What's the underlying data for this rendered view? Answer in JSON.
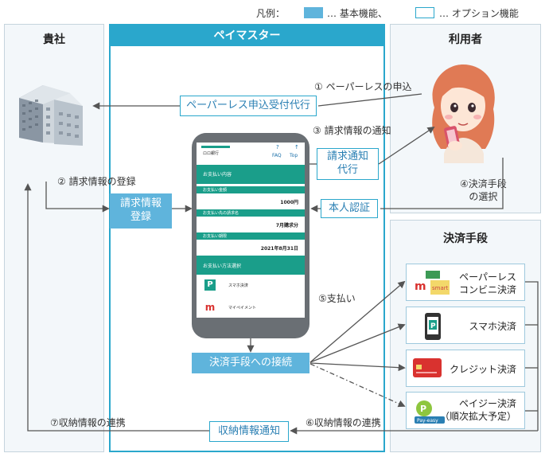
{
  "legend": {
    "title": "凡例：",
    "basic_label": "… 基本機能、",
    "option_label": "… オプション機能",
    "basic_color": "#5fb4dc",
    "option_color": "#2aa7cc"
  },
  "panels": {
    "company": "貴社",
    "center": "ペイマスター",
    "user": "利用者",
    "payment": "決済手段"
  },
  "boxes": {
    "paperless_agent": "ペーパーレス申込受付代行",
    "billing_notice_agent": "請求通知\n代行",
    "billing_register": "請求情報\n登録",
    "auth": "本人認証",
    "connect_payment": "決済手段への接続",
    "receipt_notice": "収納情報通知"
  },
  "labels": {
    "step1": "① ペーパーレスの申込",
    "step2": "② 請求情報の登録",
    "step3": "③ 請求情報の通知",
    "step4": "④決済手段\nの選択",
    "step5": "⑤支払い",
    "step6": "⑥収納情報の連携",
    "step7": "⑦収納情報の連携"
  },
  "payments": [
    {
      "label": "ペーパーレス\nコンビニ決済",
      "icon": "convenience-store-icon"
    },
    {
      "label": "スマホ決済",
      "icon": "smartphone-icon"
    },
    {
      "label": "クレジット決済",
      "icon": "credit-card-icon"
    },
    {
      "label": "ペイジー決済\n（順次拡大予定）",
      "icon": "pay-easy-icon"
    }
  ],
  "phone": {
    "bank_logo": "ロロ銀行",
    "faq": "FAQ",
    "top": "Top",
    "details_header": "お支払い内容",
    "amount_label": "お支払い金額",
    "amount_value": "1000円",
    "payee_label": "お支払い先の請求名",
    "payee_value": "7月購求分",
    "deadline_label": "お支払い期限",
    "deadline_value": "2021年8月31日",
    "method_header": "お支払い方法選択",
    "method1": "スマホ決済",
    "method2": "マイペイメント"
  },
  "colors": {
    "accent": "#2aa7cc",
    "basic": "#5fb4dc",
    "panel_bg": "#f3f7fa",
    "arrow": "#555555",
    "phone_green": "#1a9e8a"
  }
}
